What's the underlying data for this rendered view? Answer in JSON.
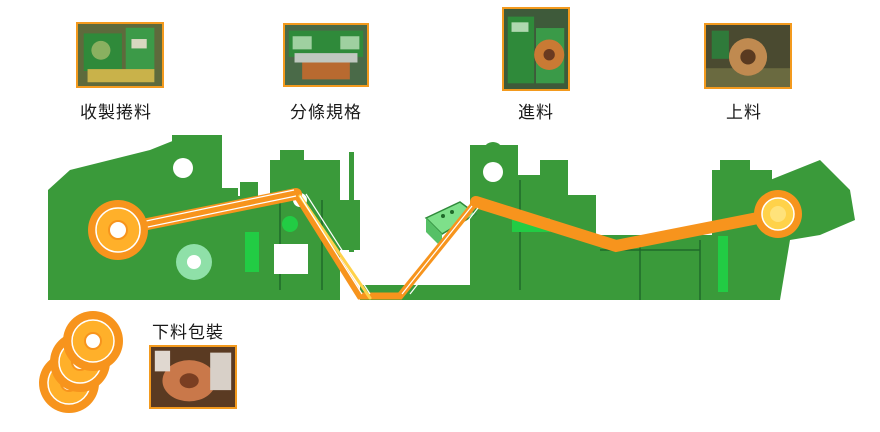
{
  "colors": {
    "machine_green": "#3a9a3a",
    "highlight_green": "#22cc44",
    "strip_orange": "#f7941d",
    "coil_yellow": "#ffd24a",
    "photo_border": "#f39a1e",
    "control_panel": "#7ee08a"
  },
  "stations": [
    {
      "id": "recoiling",
      "label": "收製捲料",
      "icon": "recoiler-photo"
    },
    {
      "id": "slitting",
      "label": "分條規格",
      "icon": "slitter-photo"
    },
    {
      "id": "feeding",
      "label": "進料",
      "icon": "feeder-photo"
    },
    {
      "id": "loading",
      "label": "上料",
      "icon": "coil-loading-photo"
    },
    {
      "id": "unloading",
      "label": "下料包裝",
      "icon": "packing-photo"
    }
  ]
}
